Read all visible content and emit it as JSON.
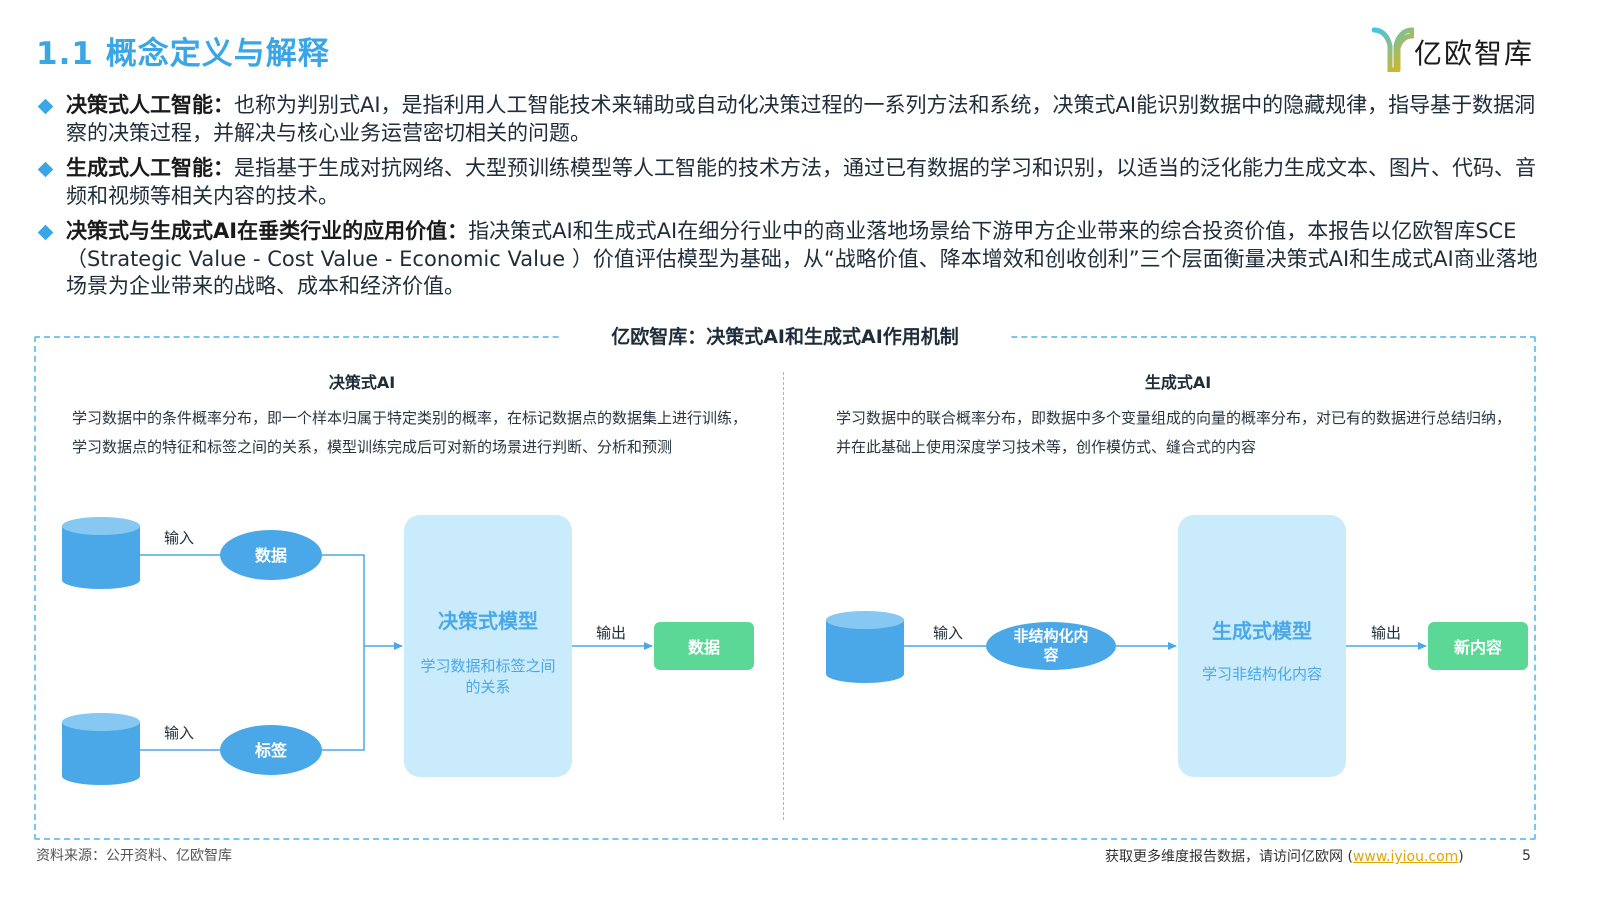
{
  "header": {
    "title": "1.1 概念定义与解释",
    "logo_text": "亿欧智库"
  },
  "bullets": [
    {
      "term": "决策式人工智能：",
      "desc": "也称为判别式AI，是指利用人工智能技术来辅助或自动化决策过程的一系列方法和系统，决策式AI能识别数据中的隐藏规律，指导基于数据洞察的决策过程，并解决与核心业务运营密切相关的问题。"
    },
    {
      "term": "生成式人工智能：",
      "desc": "是指基于生成对抗网络、大型预训练模型等人工智能的技术方法，通过已有数据的学习和识别，以适当的泛化能力生成文本、图片、代码、音频和视频等相关内容的技术。"
    },
    {
      "term": "决策式与生成式AI在垂类行业的应用价值：",
      "desc": "指决策式AI和生成式AI在细分行业中的商业落地场景给下游甲方企业带来的综合投资价值，本报告以亿欧智库SCE（Strategic Value - Cost Value - Economic Value ）价值评估模型为基础，从“战略价值、降本增效和创收创利”三个层面衡量决策式AI和生成式AI商业落地场景为企业带来的战略、成本和经济价值。"
    }
  ],
  "diagram": {
    "title": "亿欧智库：决策式AI和生成式AI作用机制",
    "left": {
      "title": "决策式AI",
      "desc": "学习数据中的条件概率分布，即一个样本归属于特定类别的概率，在标记数据点的数据集上进行训练，学习数据点的特征和标签之间的关系，模型训练完成后可对新的场景进行判断、分析和预测",
      "input_label_1": "输入",
      "input_node_1": "数据",
      "input_label_2": "输入",
      "input_node_2": "标签",
      "model_title": "决策式模型",
      "model_sub": "学习数据和标签之间的关系",
      "output_label": "输出",
      "output_node": "数据"
    },
    "right": {
      "title": "生成式AI",
      "desc": "学习数据中的联合概率分布，即数据中多个变量组成的向量的概率分布，对已有的数据进行总结归纳，并在此基础上使用深度学习技术等，创作模仿式、缝合式的内容",
      "input_label": "输入",
      "input_node": "非结构化内容",
      "model_title": "生成式模型",
      "model_sub": "学习非结构化内容",
      "output_label": "输出",
      "output_node": "新内容"
    }
  },
  "footer": {
    "source": "资料来源：公开资料、亿欧智库",
    "cta": "获取更多维度报告数据，请访问亿欧网 (",
    "link": "www.iyiou.com",
    "cta_end": ")",
    "page": "5"
  },
  "colors": {
    "accent": "#3aa6e6",
    "node_blue": "#4aa8e8",
    "model_fill": "#c9ebfb",
    "output_green": "#5cd896",
    "frame_dash": "#7cc6ee"
  }
}
